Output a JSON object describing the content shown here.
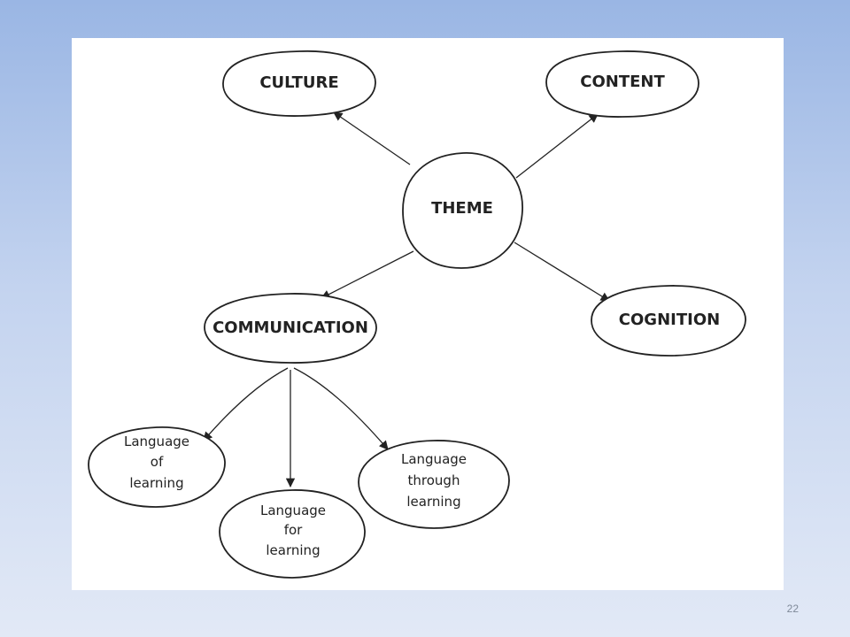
{
  "diagram": {
    "nodes": {
      "theme": "THEME",
      "culture": "CULTURE",
      "content": "CONTENT",
      "communication": "COMMUNICATION",
      "cognition": "COGNITION",
      "language_of_learning": [
        "Language",
        "of",
        "learning"
      ],
      "language_for_learning": [
        "Language",
        "for",
        "learning"
      ],
      "language_through_learning": [
        "Language",
        "through",
        "learning"
      ]
    },
    "edges": [
      [
        "theme",
        "culture"
      ],
      [
        "theme",
        "content"
      ],
      [
        "theme",
        "communication"
      ],
      [
        "theme",
        "cognition"
      ],
      [
        "communication",
        "language_of_learning"
      ],
      [
        "communication",
        "language_for_learning"
      ],
      [
        "communication",
        "language_through_learning"
      ]
    ]
  },
  "footer": {
    "page_number": "22"
  }
}
